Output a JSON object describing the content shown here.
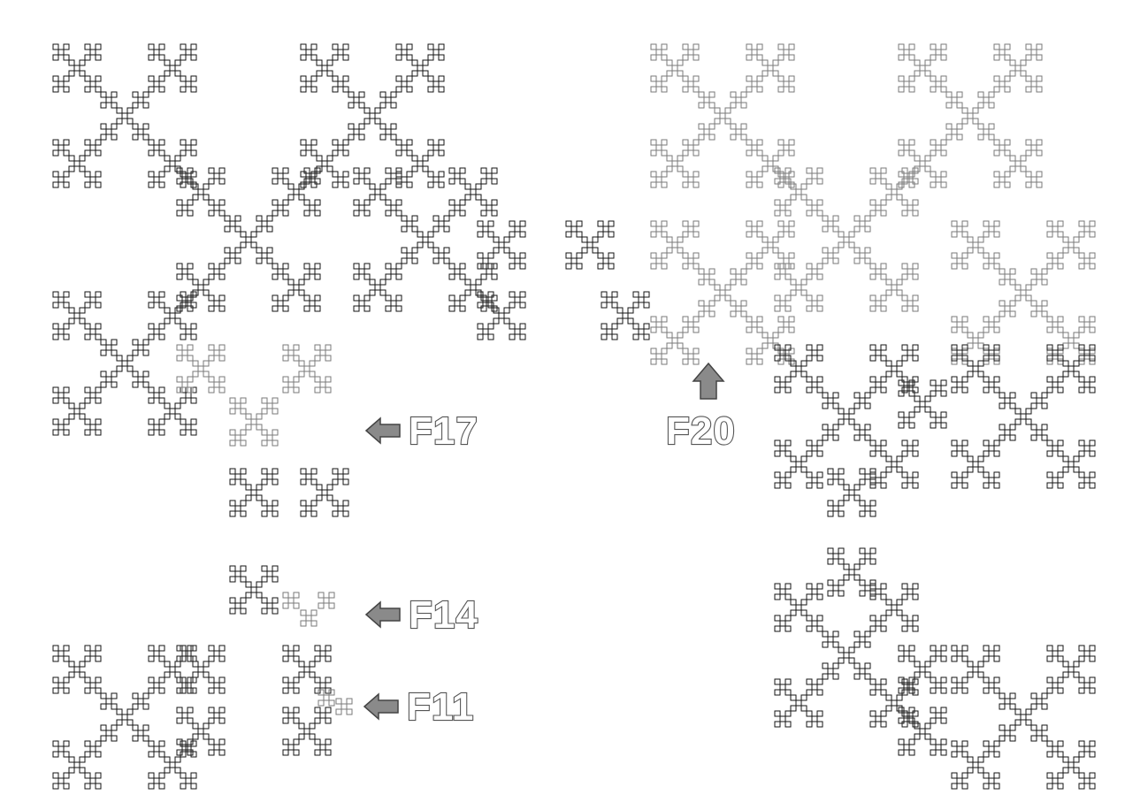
{
  "figure": {
    "callouts": [
      {
        "id": "F17",
        "label": "F17",
        "arrow_direction": "left"
      },
      {
        "id": "F14",
        "label": "F14",
        "arrow_direction": "left"
      },
      {
        "id": "F11",
        "label": "F11",
        "arrow_direction": "left"
      },
      {
        "id": "F20",
        "label": "F20",
        "arrow_direction": "up"
      }
    ],
    "colors": {
      "background": "#ffffff",
      "line": "#141414",
      "faint_line": "#7a7a7a",
      "callout_fill": "#8a8a8a"
    }
  }
}
